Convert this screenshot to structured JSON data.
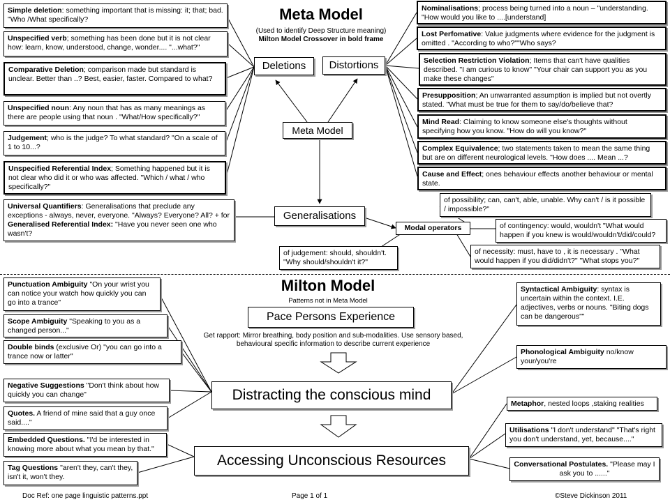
{
  "meta": {
    "title": "Meta Model",
    "subtitle": "(Used to identify Deep Structure meaning)",
    "subtitle2": "Milton Model Crossover in bold frame",
    "nodes": {
      "deletions": "Deletions",
      "distortions": "Distortions",
      "meta_model": "Meta Model",
      "generalisations": "Generalisations",
      "modal_operators": "Modal operators"
    },
    "deletions": [
      {
        "term": "Simple deletion",
        "text": ": something important that is missing: it; that; bad. \"Who /What specifically?"
      },
      {
        "term": "Unspecified verb",
        "text": "; something has been done but it is not clear how: learn, know, understood, change, wonder.... \"...what?\""
      },
      {
        "term": "Comparative Deletion",
        "text": "; comparison made but standard is unclear.  Better than ..?  Best, easier, faster.  Compared to what?"
      },
      {
        "term": "Unspecified noun",
        "text": ": Any noun that has as many meanings as there are people using that noun .  \"What/How specifically?\""
      },
      {
        "term": "Judgement",
        "text": "; who is the judge?  To what standard?  \"On a scale of 1 to 10...?"
      },
      {
        "term": "Unspecified Referential Index",
        "text": "; Something happened but it is not clear who did it or who was affected. \"Which / what / who specifically?\""
      }
    ],
    "universal": {
      "term": "Universal Quantifiers",
      "text": ": Generalisations that preclude any exceptions - always, never, everyone.  \"Always?  Everyone? All? + for ",
      "term2": "Generalised Referential Index:",
      "text2": " \"Have you never seen one who wasn't?"
    },
    "distortions": [
      {
        "term": "Nominalisations",
        "text": "; process being turned into a noun – \"understanding. \"How would you like to ....[understand]"
      },
      {
        "term": "Lost Perfomative",
        "text": ": Value judgments where evidence for the judgment is omitted . \"According to who?\"\"Who says?"
      },
      {
        "term": "Selection Restriction Violation",
        "text": "; Items that can't have qualities described. \"I am curious to know\"  \"Your chair can support you as you make these changes\""
      },
      {
        "term": "Presupposition",
        "text": "; An unwarranted assumption is implied but not overtly stated. \"What must be true for them to say/do/believe that?"
      },
      {
        "term": "Mind Read",
        "text": ": Claiming to know someone else's thoughts without specifying how you know.  \"How do will you know?\""
      },
      {
        "term": "Complex Equivalence",
        "text": "; two statements taken to mean the same thing but are on different neurological levels.  \"How does .... Mean ...?"
      },
      {
        "term": "Cause and Effect",
        "text": "; ones behaviour effects another behaviour or mental state."
      }
    ],
    "modals": {
      "possibility": "of possibility; can, can't, able, unable.  Why can't / is it possible / impossible?\"",
      "contingency": "of contingency: would, wouldn't  \"What would happen if you knew is would/wouldn't/did/could?",
      "necessity": "of necessity: must, have to , it is necessary .  \"What would happen if you did/didn't?\"  \"What stops you?\"",
      "judgement": "of judgement: should, shouldn't.  \"Why should/shouldn't it?\""
    }
  },
  "milton": {
    "title": "Milton Model",
    "subtitle": "Patterns not in Meta Model",
    "pace": "Pace Persons Experience",
    "rapport": "Get rapport: Mirror breathing,  body position and sub-modalities. Use sensory based, behavioural specific information to describe current experience",
    "distracting": "Distracting the conscious mind",
    "accessing": "Accessing Unconscious Resources",
    "left_top": [
      {
        "term": "Punctuation Ambiguity",
        "text": " \"On your wrist you can notice your watch how quickly you can go into a trance\""
      },
      {
        "term": "Scope Ambiguity",
        "text": " \"Speaking to you as a changed person...\""
      },
      {
        "term": "Double binds",
        "text": " (exclusive Or) \"you can go into a trance now or latter\""
      }
    ],
    "left_bottom": [
      {
        "term": "Negative Suggestions",
        "text": " \"Don't think about how  quickly you can change\""
      },
      {
        "term": "Quotes.",
        "text": "  A friend of mine said that a guy once said....\""
      },
      {
        "term": "Embedded Questions.",
        "text": " \"I'd be interested in knowing more about what you mean by that.\""
      },
      {
        "term": "Tag Questions",
        "text": " \"aren't they, can't they, isn't it, won't they."
      }
    ],
    "right_top": [
      {
        "term": "Syntactical Ambiguity",
        "text": ": syntax is uncertain within the context. I.E. adjectives, verbs or nouns.  \"Biting dogs can be dangerous\"\""
      },
      {
        "term": "Phonological Ambiguity",
        "text": " no/know your/you're"
      }
    ],
    "right_bottom": [
      {
        "term": "Metaphor",
        "text": ", nested loops ,staking realities"
      },
      {
        "term": "Utilisations",
        "text": " \"I don't understand\"  \"That's right you don't understand, yet, because....\""
      },
      {
        "term": "Conversational Postulates.",
        "text": " \"Please may I ask you to ......\""
      }
    ]
  },
  "footer": {
    "docref": "Doc Ref:  one page linguistic patterns.ppt",
    "page": "Page 1 of 1",
    "copyright": "©Steve Dickinson 2011"
  }
}
